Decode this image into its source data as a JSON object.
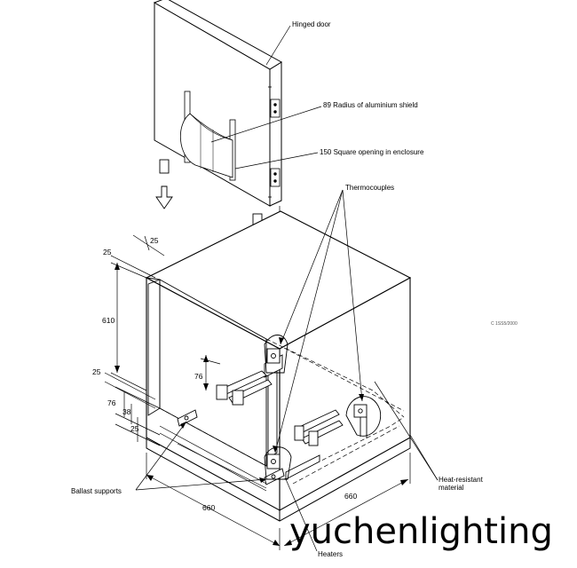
{
  "labels": {
    "hinged_door": "Hinged door",
    "radius_shield": "89 Radius of aluminium shield",
    "square_opening": "150 Square opening in enclosure",
    "thermocouples": "Thermocouples",
    "heat_resistant_1": "Heat-resistant",
    "heat_resistant_2": "material",
    "ballast_supports": "Ballast supports",
    "heaters": "Heaters"
  },
  "dimensions": {
    "d25_top_a": "25",
    "d25_top_b": "25",
    "d610": "610",
    "d25_mid": "25",
    "d76_a": "76",
    "d76_b": "76",
    "d38": "38",
    "d25_low": "25",
    "d660_left": "660",
    "d660_right": "660"
  },
  "watermark": "yuchenlighting",
  "footer_code": "C 1SS5/2000"
}
